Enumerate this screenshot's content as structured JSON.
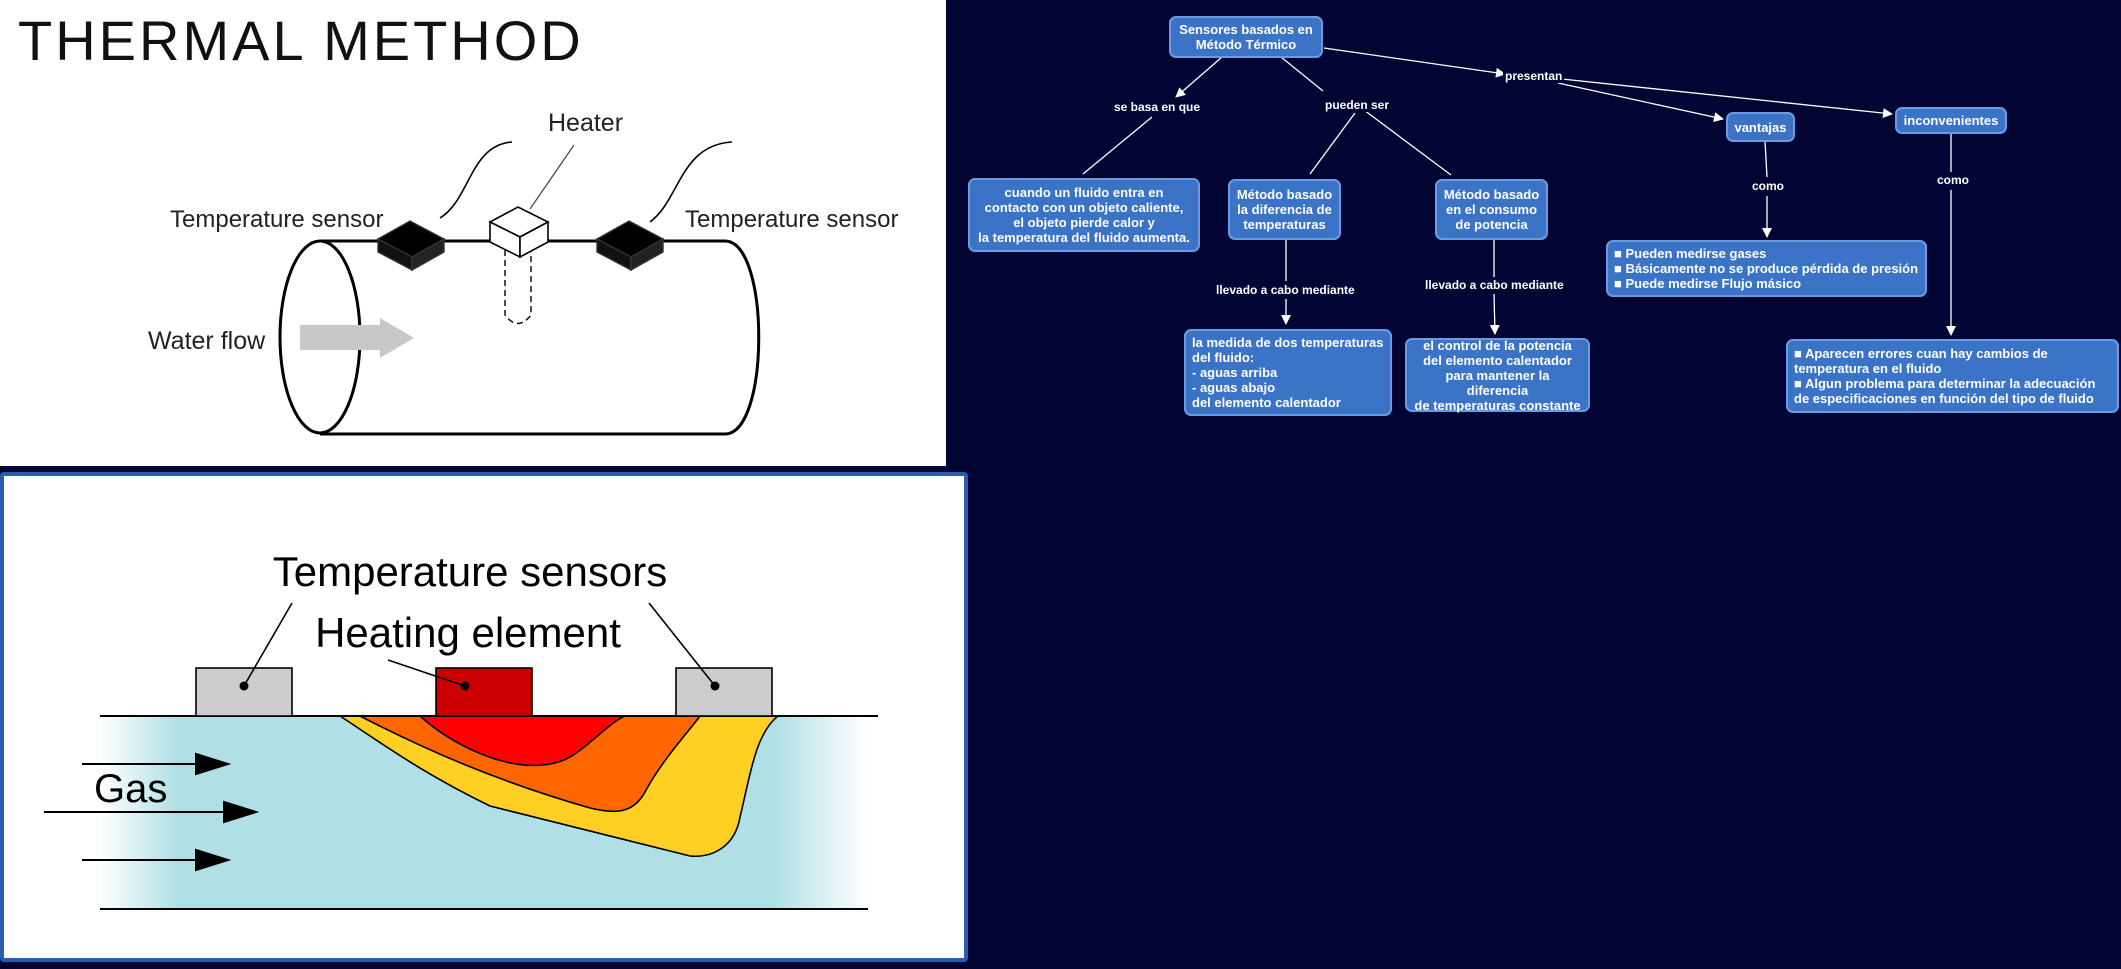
{
  "thermal": {
    "title": "THERMAL METHOD",
    "heater_label": "Heater",
    "sensor_label_left": "Temperature sensor",
    "sensor_label_right": "Temperature sensor",
    "flow_label": "Water flow"
  },
  "gas_diagram": {
    "sensors_label": "Temperature sensors",
    "heating_label": "Heating element",
    "gas_label": "Gas"
  },
  "concept_map": {
    "root": "Sensores basados en\nMétodo Térmico",
    "link_basa": "se basa en que",
    "link_pueden": "pueden ser",
    "link_presentan": "presentan",
    "node_definicion": "cuando un fluido entra en\ncontacto con un objeto caliente,\nel objeto pierde calor y\nla temperatura del fluido aumenta.",
    "node_metodo_dif": "Método basado\nla diferencia de\ntemperaturas",
    "node_metodo_pot": "Método basado\nen el consumo\nde potencia",
    "link_llevado_1": "llevado a cabo mediante",
    "link_llevado_2": "llevado a cabo mediante",
    "node_medida": "la medida de dos temperaturas\ndel fluido:\n- aguas arriba\n- aguas abajo\ndel elemento calentador",
    "node_control": "el control de la potencia\ndel elemento calentador\npara mantener la diferencia\nde temperaturas constante",
    "node_ventajas": "vantajas",
    "node_inconvenientes": "inconvenientes",
    "link_como_1": "como",
    "link_como_2": "como",
    "node_ventajas_list": "■ Pueden medirse gases\n■ Básicamente no se produce pérdida de presión\n■ Puede medirse Flujo másico",
    "node_inconv_list": "■ Aparecen errores cuan hay cambios de\n    temperatura en el fluido\n■  Algun problema para determinar la adecuación\n    de especificaciones en función del tipo de fluido"
  },
  "colors": {
    "concept_bg": "#020433",
    "node_fill": "#3b73c6",
    "fluid": "#b0e0e6",
    "heater_red": "#cc0000",
    "gradient_orange": "#ff6600",
    "gradient_yellow": "#fdd023"
  }
}
